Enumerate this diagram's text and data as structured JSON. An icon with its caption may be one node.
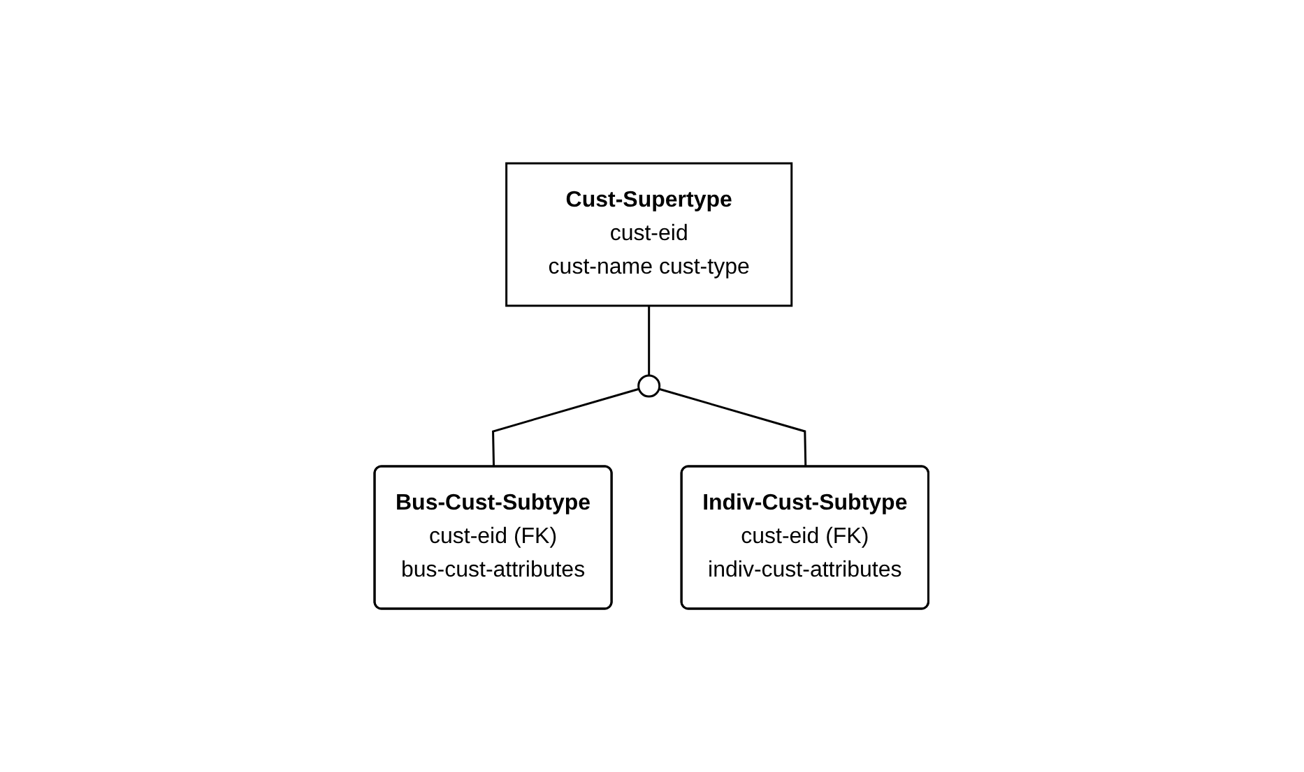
{
  "diagram": {
    "nodes": [
      {
        "text": [
          "Cust-Supertype",
          "cust-eid",
          "cust-name cust-type"
        ]
      },
      {
        "text": [],
        "shape": "circle"
      },
      {
        "text": [
          "Bus-Cust-Subtype",
          "cust-eid (FK)",
          "bus-cust-attributes"
        ]
      },
      {
        "text": [
          "Indiv-Cust-Subtype",
          "cust-eid (FK)",
          "indiv-cust-attributes"
        ]
      }
    ],
    "edges": [
      {
        "from": 0,
        "to": 1,
        "arrow": "none"
      },
      {
        "from": 1,
        "to": 2,
        "arrow": "none"
      },
      {
        "from": 1,
        "to": 3,
        "arrow": "none"
      }
    ]
  }
}
